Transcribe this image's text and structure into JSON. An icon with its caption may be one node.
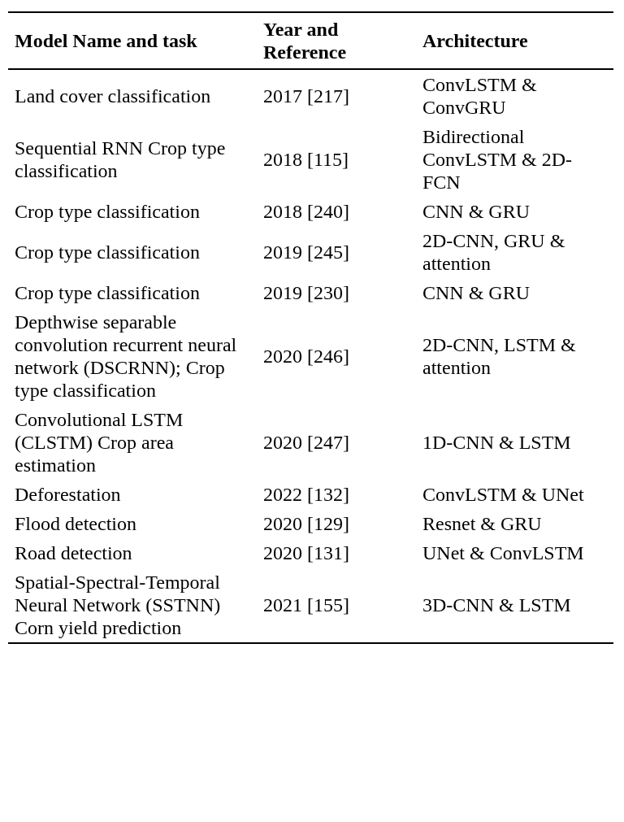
{
  "diagram": {
    "labels": [
      "Model Name and task",
      "Year and Reference",
      "Architecture",
      "Land cover classification",
      "2017 [217]",
      "ConvLSTM & ConvGRU",
      "Sequential RNN Crop type classification",
      "2018 [115]",
      "Bidirectional ConvLSTM & 2D-FCN",
      "Crop type classification",
      "2018 [240]",
      "CNN & GRU",
      "Crop type classification",
      "2019 [245]",
      "2D-CNN, GRU & attention",
      "Crop type classification",
      "2019 [230]",
      "CNN & GRU",
      "Depthwise separable convolution recurrent neural network (DSCRNN); Crop type classification",
      "2020 [246]",
      "2D-CNN, LSTM & attention",
      "Convolutional LSTM (CLSTM) Crop area estimation",
      "2020 [247]",
      "1D-CNN & LSTM",
      "Deforestation",
      "2022 [132]",
      "ConvLSTM & UNet",
      "Flood detection",
      "2020 [129]",
      "Resnet & GRU",
      "Road detection",
      "2020 [131]",
      "UNet & ConvLSTM",
      "Spatial-Spectral-Temporal Neural Network (SSTNN) Corn yield prediction",
      "2021 [155]",
      "3D-CNN & LSTM"
    ]
  }
}
